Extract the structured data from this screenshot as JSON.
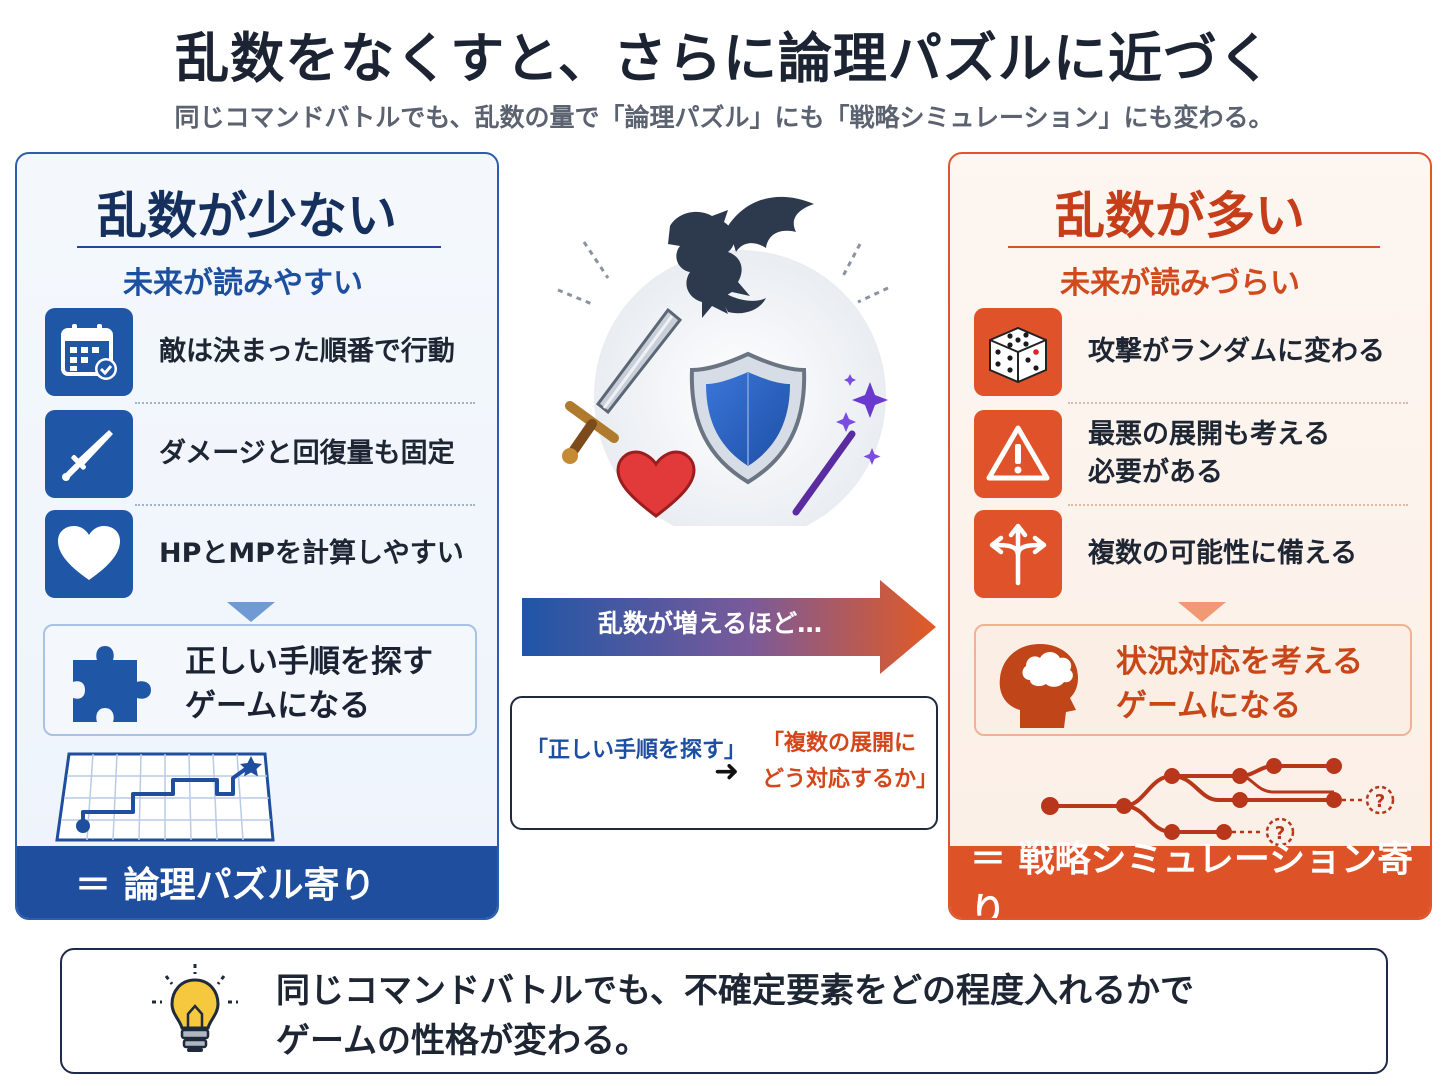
{
  "title": "乱数をなくすと、さらに論理パズルに近づく",
  "subtitle": "同じコマンドバトルでも、乱数の量で「論理パズル」にも「戦略シミュレーション」にも変わる。",
  "left": {
    "heading": "乱数が少ない",
    "subheading": "未来が読みやすい",
    "items": [
      {
        "icon": "calendar-icon",
        "text": "敵は決まった順番で行動"
      },
      {
        "icon": "sword-icon",
        "text": "ダメージと回復量も固定"
      },
      {
        "icon": "heart-icon",
        "text": "HPとMPを計算しやすい"
      }
    ],
    "result_line1": "正しい手順を探す",
    "result_line2": "ゲームになる",
    "result_icon": "puzzle-icon",
    "bottom": "＝ 論理パズル寄り"
  },
  "right": {
    "heading": "乱数が多い",
    "subheading": "未来が読みづらい",
    "items": [
      {
        "icon": "dice-icon",
        "text": "攻撃がランダムに変わる"
      },
      {
        "icon": "warning-icon",
        "text_line1": "最悪の展開も考える",
        "text_line2": "必要がある"
      },
      {
        "icon": "branch-arrows-icon",
        "text": "複数の可能性に備える"
      }
    ],
    "result_line1": "状況対応を考える",
    "result_line2": "ゲームになる",
    "result_icon": "head-thinking-icon",
    "bottom": "＝ 戦略シミュレーション寄り"
  },
  "center": {
    "arrow_label": "乱数が増えるほど…",
    "compare_left": "「正しい手順を探す」",
    "compare_arrow": "➜",
    "compare_right_line1": "「複数の展開に",
    "compare_right_line2": "どう対応するか」"
  },
  "note": {
    "line1": "同じコマンドバトルでも、不確定要素をどの程度入れるかで",
    "line2": "ゲームの性格が変わる。"
  },
  "colors": {
    "blue": "#1f56a6",
    "orange": "#e0532a",
    "dark": "#1c2433"
  }
}
